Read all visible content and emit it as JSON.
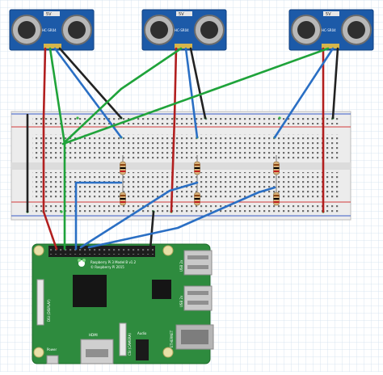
{
  "sensors": [
    {
      "label": "HC-SR04",
      "voltage": "5V"
    },
    {
      "label": "HC-SR04",
      "voltage": "5V"
    },
    {
      "label": "HC-SR04",
      "voltage": "5V"
    }
  ],
  "board": {
    "model_line": "Raspberry Pi 3 Model B v1.2",
    "copyright_line": "© Raspberry Pi 2015",
    "usb_label_1": "USB 2x",
    "usb_label_2": "USB 2x",
    "ethernet_label": "ETHERNET",
    "hdmi_label": "HDMI",
    "power_label": "Power",
    "audio_label": "Audio",
    "display_label": "DSI (DISPLAY)",
    "camera_label": "CSI (CAMERA)"
  },
  "colors": {
    "grid": "#cfe0ee",
    "pcb": "#2e8b3e",
    "sensor_board": "#1c5aa8",
    "red_wire": "#b21f1f",
    "black_wire": "#222222",
    "green_wire": "#1fa33a",
    "blue_wire": "#2a6fc4"
  }
}
